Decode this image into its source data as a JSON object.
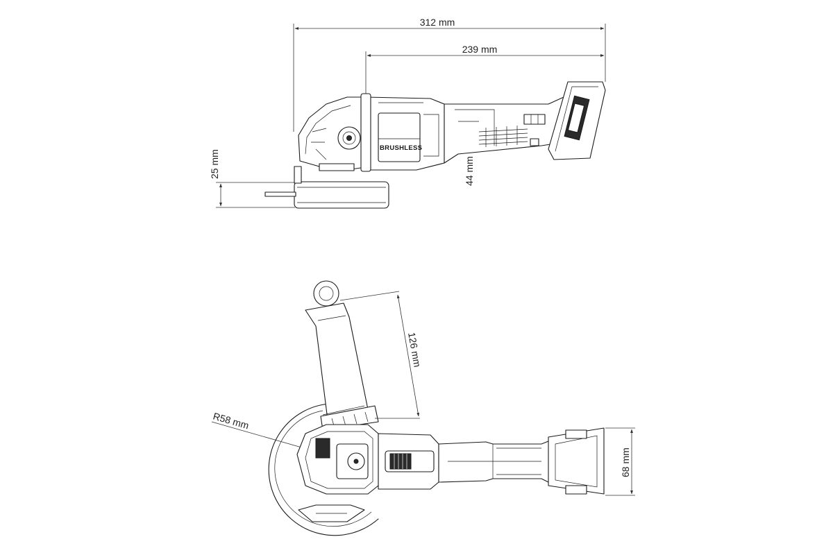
{
  "side_view": {
    "dim_overall_length": "312 mm",
    "dim_body_length": "239 mm",
    "dim_disc_height": "25 mm",
    "dim_grip_height": "44 mm",
    "brand_label": "BRUSHLESS"
  },
  "top_view": {
    "dim_handle_length": "126 mm",
    "dim_guard_radius": "R58 mm",
    "dim_battery_width": "68 mm"
  }
}
